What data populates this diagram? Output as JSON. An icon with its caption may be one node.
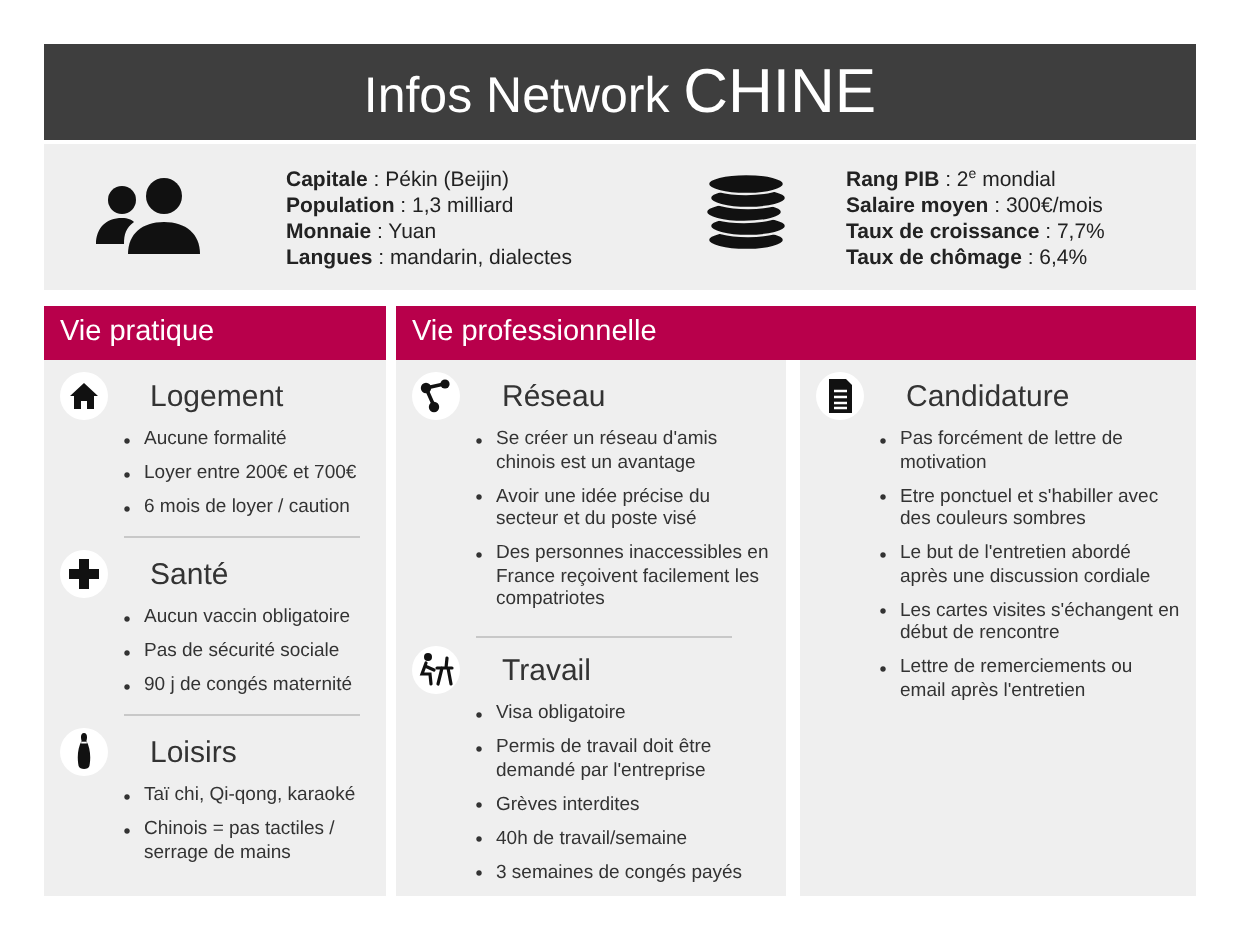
{
  "diagram": {
    "title": "Infos Network CHINE",
    "nodes": [
      {
        "text": [
          "**Capitale** : Pékin (Beijin)",
          "**Population** : 1,3 milliard",
          "**Monnaie** : Yuan",
          "**Langues** : mandarin, dialectes",
          "**Rang PIB** : 2$^{e}$ mondial",
          "**Salaire moyen** : 300€/mois",
          "**Taux de croissance** : 7,7%",
          "**Taux de chômage** : 6,4%"
        ]
      },
      {
        "text": [
          "Vie pratique"
        ]
      },
      {
        "text": [
          "Logement",
          "Aucune formalité",
          "Loyer entre 200€ et 700€",
          "6 mois de loyer / caution"
        ],
        "in": 1
      },
      {
        "text": [
          "Santé",
          "Aucun vaccin obligatoire",
          "Pas de sécurité sociale",
          "90 j de congés maternité"
        ],
        "in": 1
      },
      {
        "text": [
          "Loisirs",
          "Taï chi, Qi-qong, karaoké",
          "Chinois = pas tactiles / serrage de mains"
        ],
        "in": 1
      },
      {
        "text": [
          "Vie professionnelle"
        ]
      },
      {
        "text": [
          "Réseau",
          "Se créer un réseau d'amis chinois est un avantage",
          "Avoir une idée précise du secteur et du poste visé",
          "Des personnes inaccessibles en France reçoivent facilement les compatriotes"
        ],
        "in": 5
      },
      {
        "text": [
          "Travail",
          "Visa obligatoire",
          "Permis de travail doit être demandé par l'entreprise",
          "Grèves interdites",
          "40h de travail/semaine",
          "3 semaines de congés payés"
        ],
        "in": 5
      },
      {
        "text": [
          "Candidature",
          "Pas forcément de lettre de motivation",
          "Etre ponctuel et s'habiller avec des couleurs sombres",
          "Le but de l'entretien abordé après une discussion cordiale",
          "Les cartes visites s'échangent en début de rencontre",
          "Lettre de remerciements ou email après l'entretien"
        ],
        "in": 5
      }
    ]
  }
}
